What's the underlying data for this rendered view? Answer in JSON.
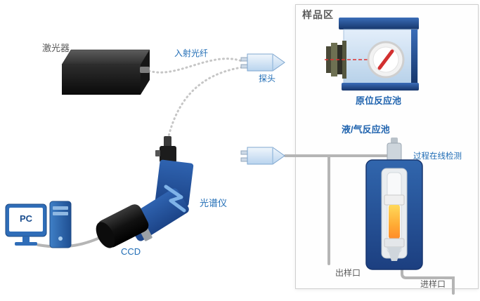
{
  "labels": {
    "laser": "激光器",
    "incident_fiber": "入射光纤",
    "probe": "探头",
    "sample_area": "样品区",
    "insitu_cell": "原位反应池",
    "liquid_gas_cell": "液/气反应池",
    "online_detection": "过程在线检测",
    "outlet": "出样口",
    "inlet": "进样口",
    "spectrometer": "光谱仪",
    "ccd": "CCD",
    "pc": "PC"
  },
  "devices": [
    {
      "name": "laser-device",
      "label": "激光器"
    },
    {
      "name": "fiber-optic-cables",
      "label": "入射光纤"
    },
    {
      "name": "raman-probe-upper",
      "label": "探头"
    },
    {
      "name": "raman-probe-lower",
      "label": "探头"
    },
    {
      "name": "insitu-reaction-cell",
      "label": "原位反应池"
    },
    {
      "name": "liquid-gas-reactor",
      "label": "液/气反应池"
    },
    {
      "name": "spectrometer",
      "label": "光谱仪"
    },
    {
      "name": "ccd-detector",
      "label": "CCD"
    },
    {
      "name": "pc-workstation",
      "label": "PC"
    }
  ],
  "colors": {
    "label_blue": "#1f6cb5",
    "label_dark": "#595959",
    "reactor_blue": "#2b5ca8",
    "tube_gray": "#b5b5b5",
    "laser_beam_red": "#e03131",
    "panel_border": "#cfcfcf"
  }
}
